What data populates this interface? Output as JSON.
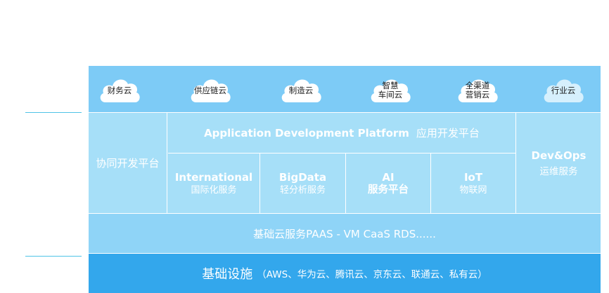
{
  "clouds": [
    {
      "label": "财务云"
    },
    {
      "label": "供应链云"
    },
    {
      "label": "制造云"
    },
    {
      "label": "智慧\n车间云"
    },
    {
      "label": "全渠道\n营销云"
    },
    {
      "label": "行业云"
    }
  ],
  "colors": {
    "cloud_band": "#7dcbf6",
    "middle_band": "#a6dff8",
    "paas_band": "#8fd4f7",
    "infra_band": "#33a7ec",
    "cloud_fill": "#ffffff",
    "cloud_fill_last": "#d6f0fd",
    "side_line": "#4fc3e6"
  },
  "left_block": {
    "label": "协同开发平台"
  },
  "adp": {
    "en": "Application Development Platform",
    "zh": "应用开发平台"
  },
  "services": [
    {
      "title": "International",
      "sub": "国际化服务"
    },
    {
      "title": "BigData",
      "sub": "轻分析服务"
    },
    {
      "title": "AI",
      "sub": "服务平台"
    },
    {
      "title": "IoT",
      "sub": "物联网"
    }
  ],
  "devops": {
    "title": "Dev&Ops",
    "sub": "运维服务"
  },
  "paas": {
    "label": "基础云服务PAAS - VM  CaaS  RDS......"
  },
  "infra": {
    "main": "基础设施",
    "detail": "（AWS、华为云、腾讯云、京东云、联通云、私有云）"
  }
}
